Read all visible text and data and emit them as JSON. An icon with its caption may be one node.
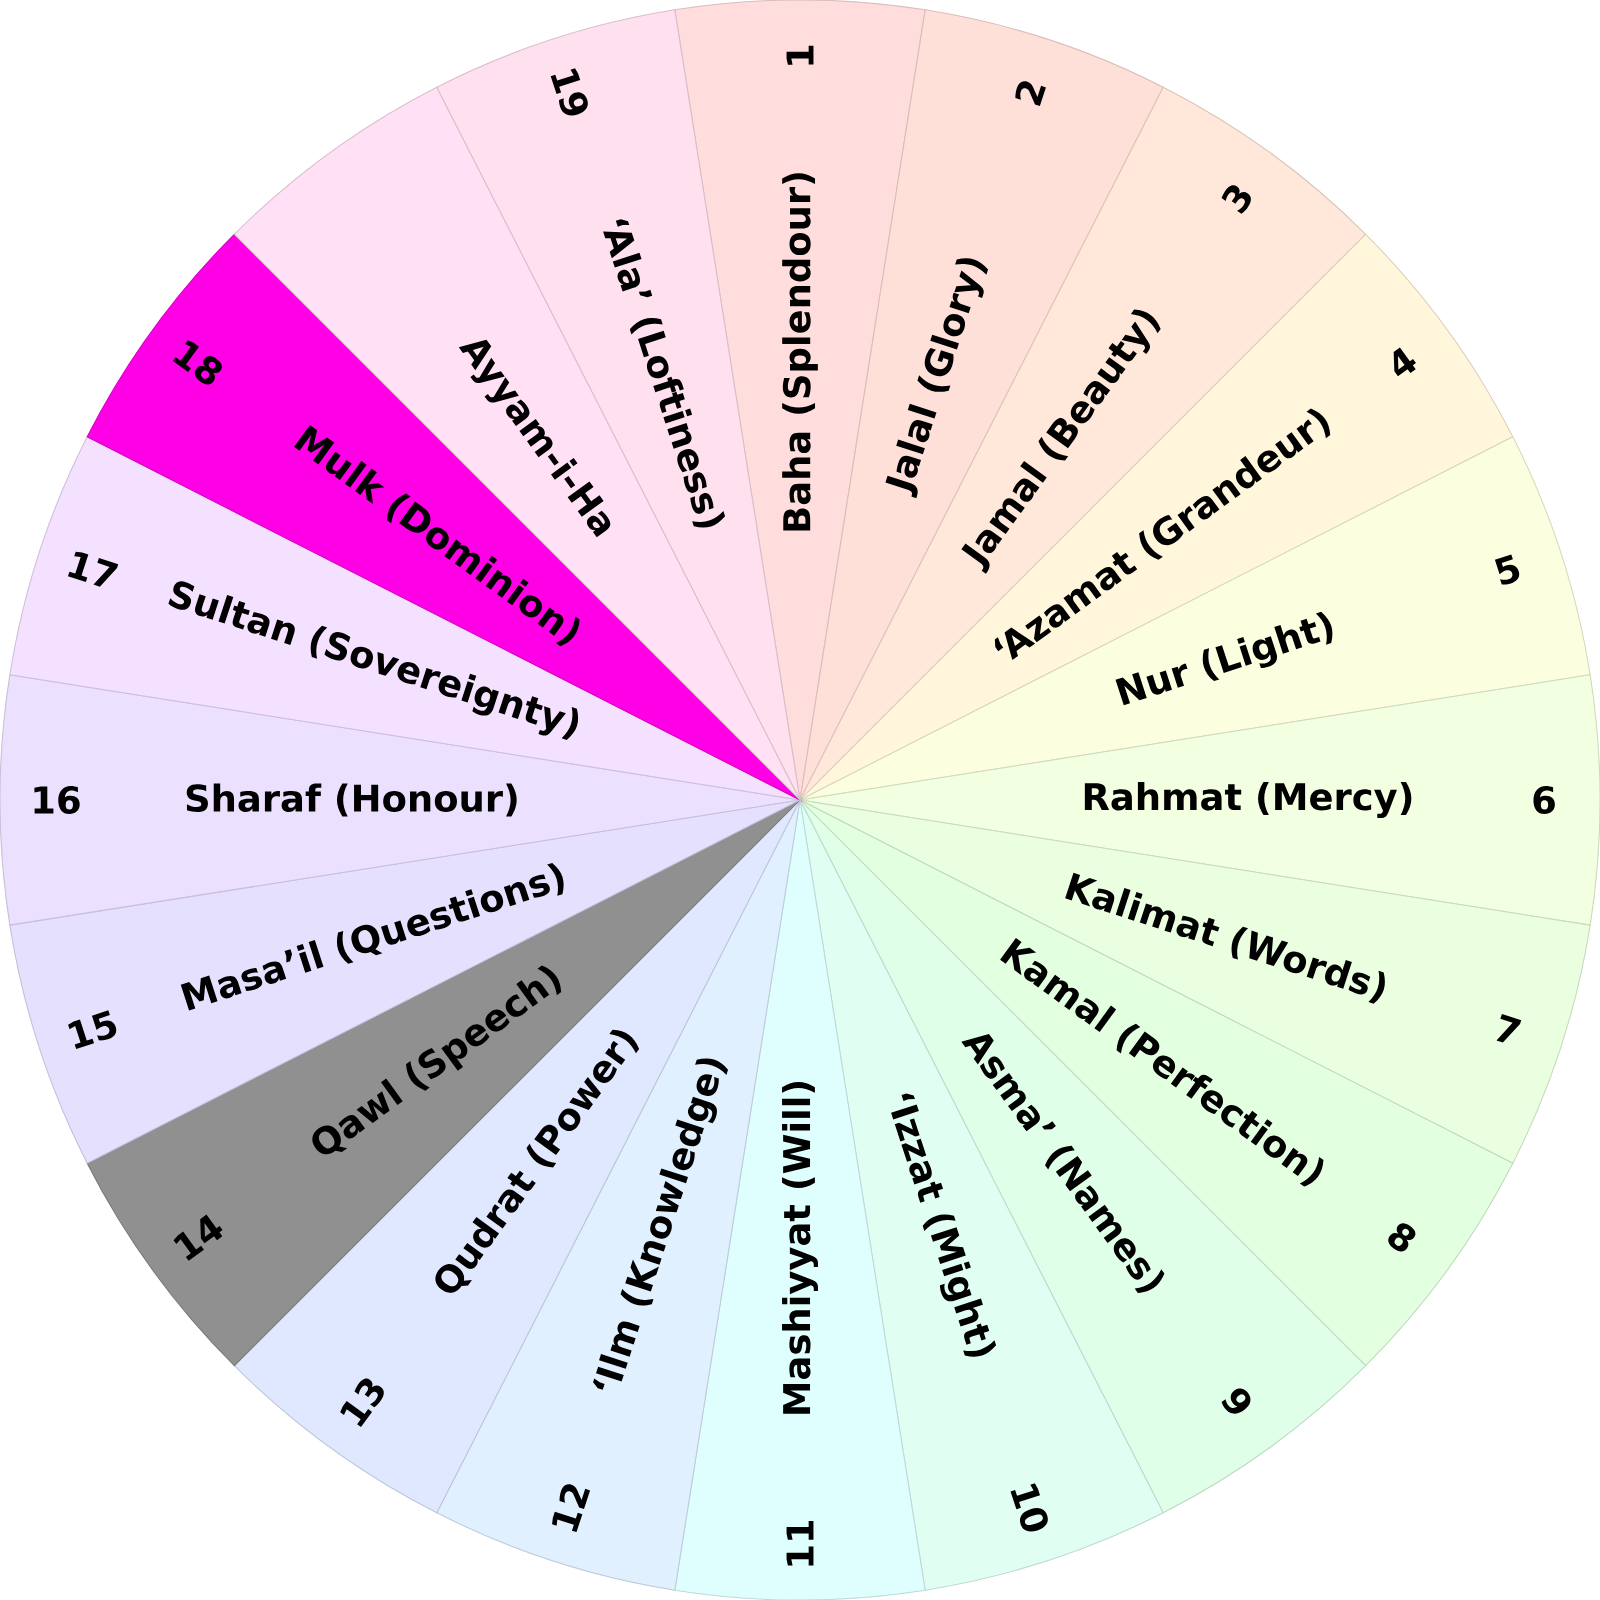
{
  "diagram": {
    "nodes": [
      {
        "text": [
          "Baha (Splendour)",
          "1"
        ]
      },
      {
        "text": [
          "Jalal (Glory)",
          "2"
        ]
      },
      {
        "text": [
          "Jamal (Beauty)",
          "3"
        ]
      },
      {
        "text": [
          "‘Azamat (Grandeur)",
          "4"
        ]
      },
      {
        "text": [
          "Nur (Light)",
          "5"
        ]
      },
      {
        "text": [
          "Rahmat (Mercy)",
          "6"
        ]
      },
      {
        "text": [
          "Kalimat (Words)",
          "7"
        ]
      },
      {
        "text": [
          "Kamal (Perfection)",
          "8"
        ]
      },
      {
        "text": [
          "Asma’ (Names)",
          "9"
        ]
      },
      {
        "text": [
          "‘Izzat (Might)",
          "10"
        ]
      },
      {
        "text": [
          "11",
          "Mashiyyat (Will)"
        ]
      },
      {
        "text": [
          "12",
          "‘Ilm (Knowledge)"
        ]
      },
      {
        "text": [
          "13",
          "Qudrat (Power)"
        ]
      },
      {
        "text": [
          "14",
          "Qawl (Speech)"
        ]
      },
      {
        "text": [
          "15",
          "Masa’il (Questions)"
        ]
      },
      {
        "text": [
          "16",
          "Sharaf (Honour)"
        ]
      },
      {
        "text": [
          "17",
          "Sultan (Sovereignty)"
        ]
      },
      {
        "text": [
          "18",
          "Mulk (Dominion)"
        ]
      },
      {
        "text": [
          "Ayyam-i-Ha"
        ]
      },
      {
        "text": [
          "19",
          "‘Ala’ (Loftiness)"
        ]
      }
    ]
  }
}
